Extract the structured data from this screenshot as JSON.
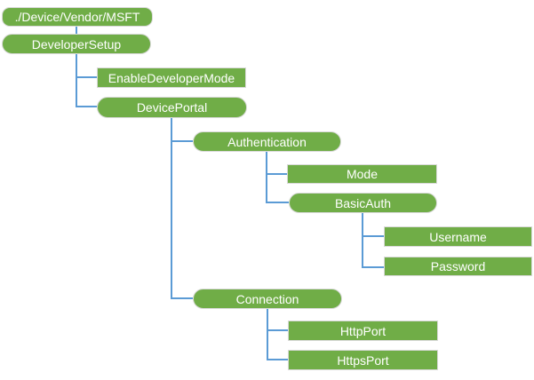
{
  "colors": {
    "node_fill": "#70AD47",
    "node_border": "#D9D9D9",
    "node_text": "#FFFFFF",
    "connector": "#5B9BD5"
  },
  "diagram": {
    "type": "tree",
    "nodes": [
      {
        "id": "root",
        "label": "./Device/Vendor/MSFT",
        "shape": "rounded",
        "parent": null
      },
      {
        "id": "developer-setup",
        "label": "DeveloperSetup",
        "shape": "pill",
        "parent": "root"
      },
      {
        "id": "enable-developer-mode",
        "label": "EnableDeveloperMode",
        "shape": "rect",
        "parent": "developer-setup"
      },
      {
        "id": "device-portal",
        "label": "DevicePortal",
        "shape": "pill",
        "parent": "developer-setup"
      },
      {
        "id": "authentication",
        "label": "Authentication",
        "shape": "pill",
        "parent": "device-portal"
      },
      {
        "id": "mode",
        "label": "Mode",
        "shape": "rect",
        "parent": "authentication"
      },
      {
        "id": "basic-auth",
        "label": "BasicAuth",
        "shape": "pill",
        "parent": "authentication"
      },
      {
        "id": "username",
        "label": "Username",
        "shape": "rect",
        "parent": "basic-auth"
      },
      {
        "id": "password",
        "label": "Password",
        "shape": "rect",
        "parent": "basic-auth"
      },
      {
        "id": "connection",
        "label": "Connection",
        "shape": "pill",
        "parent": "device-portal"
      },
      {
        "id": "http-port",
        "label": "HttpPort",
        "shape": "rect",
        "parent": "connection"
      },
      {
        "id": "https-port",
        "label": "HttpsPort",
        "shape": "rect",
        "parent": "connection"
      }
    ]
  }
}
